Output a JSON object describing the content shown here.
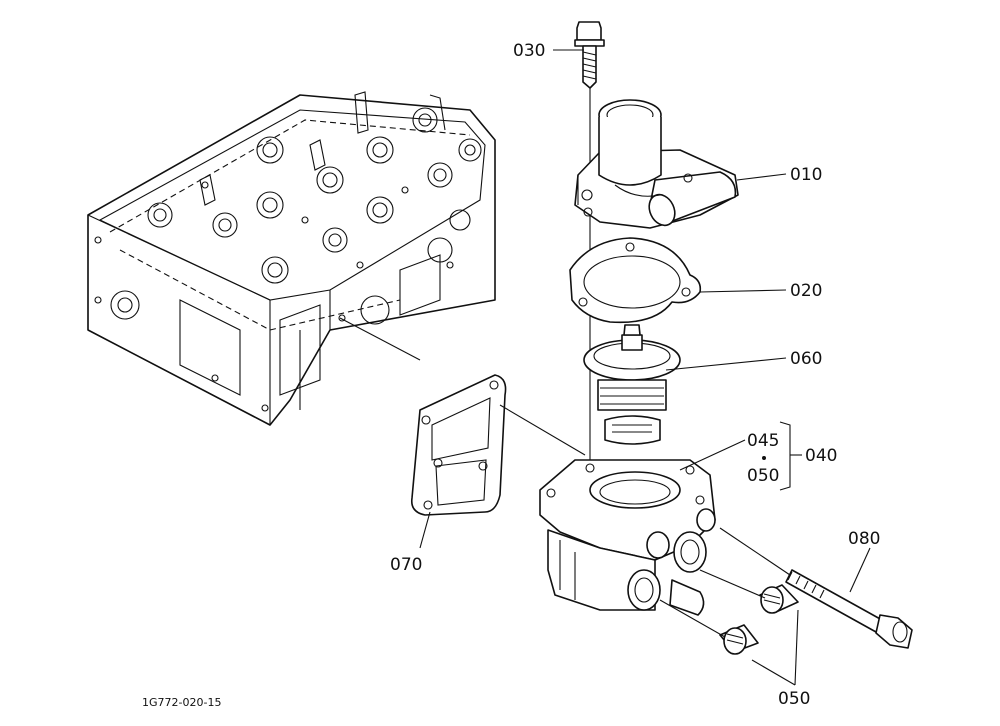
{
  "labels": {
    "p030": "030",
    "p010": "010",
    "p020": "020",
    "p060": "060",
    "p045": "045",
    "p050a": "050",
    "p040": "040",
    "p080": "080",
    "p070": "070",
    "p050b": "050"
  },
  "drawing_number": "1G772-020-15"
}
